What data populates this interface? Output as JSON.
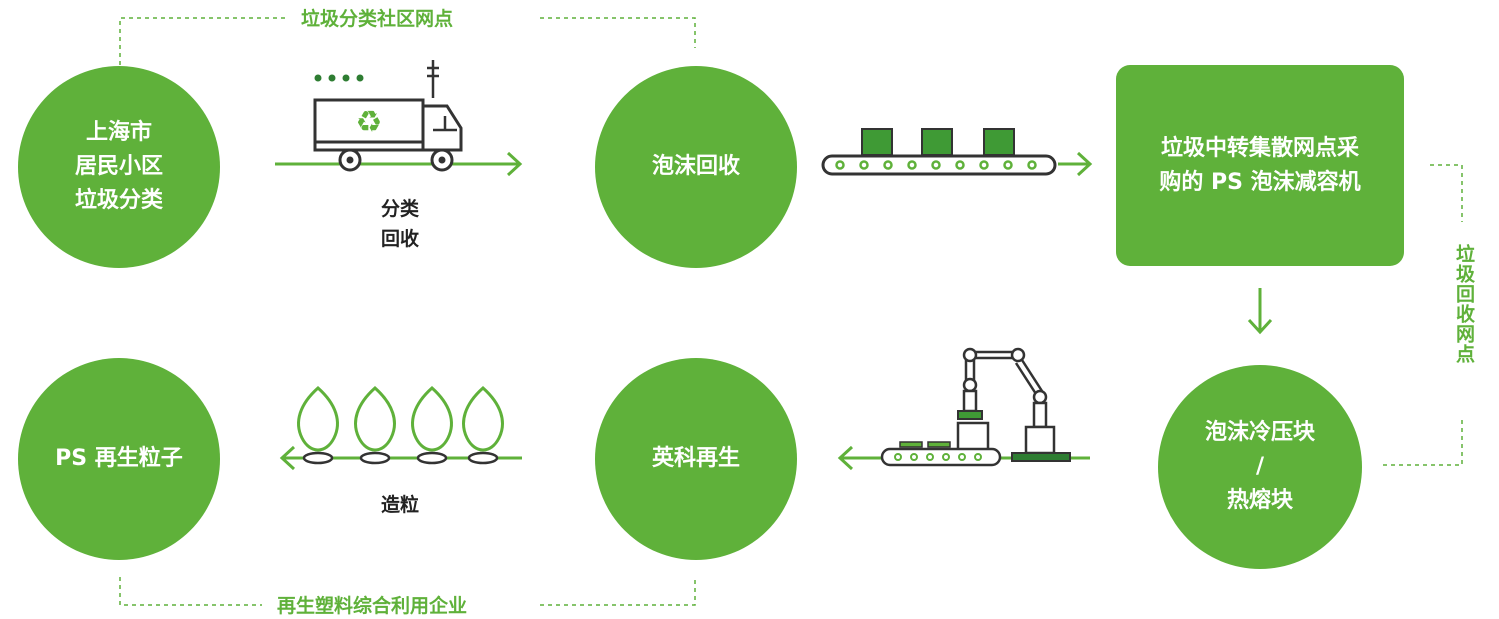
{
  "groups": {
    "top": "垃圾分类社区网点",
    "bottom": "再生塑料综合利用企业",
    "right": "垃圾回收网点"
  },
  "nodes": {
    "residents": "上海市\n居民小区\n垃圾分类",
    "foam_recycle": "泡沫回收",
    "transfer": "垃圾中转集散网点采\n购的 PS 泡沫减容机",
    "blocks": "泡沫冷压块\n/\n热熔块",
    "yingke": "英科再生",
    "pellets": "PS 再生粒子"
  },
  "steps": {
    "sort_collect": "分类\n回收",
    "granulate": "造粒"
  },
  "colors": {
    "accent": "#5fb13a",
    "dark_green": "#2e7d32",
    "line": "#333333",
    "text": "#222222"
  },
  "icons": [
    "recycle-truck-icon",
    "conveyor-belt-icon",
    "robot-arm-icon",
    "pellet-drops-icon",
    "arrow-right-icon",
    "arrow-left-icon",
    "arrow-down-icon"
  ]
}
